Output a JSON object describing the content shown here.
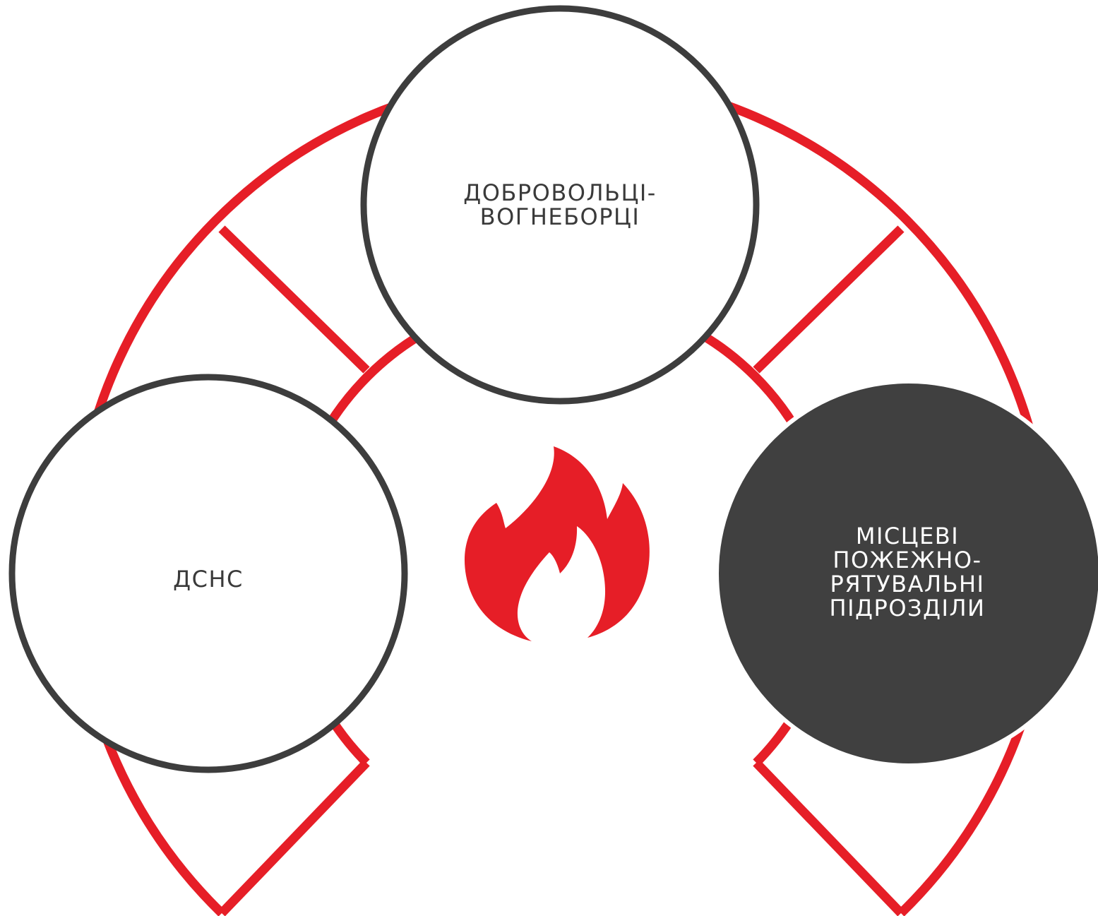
{
  "diagram": {
    "nodes": {
      "top": {
        "label": "ДОБРОВОЛЬЦІ-\nВОГНЕБОРЦІ"
      },
      "left": {
        "label": "ДСНС"
      },
      "right": {
        "label": "МІСЦЕВІ\nПОЖЕЖНО-\nРЯТУВАЛЬНІ\nПІДРОЗДІЛИ"
      }
    },
    "center_icon": "fire-icon",
    "colors": {
      "ring": "#e61e27",
      "flame": "#e61e27",
      "circle_border": "#3d3d3d",
      "circle_fill": "#ffffff",
      "circle_dark_fill": "#404040",
      "label_dark": "#3a3a3a",
      "label_light": "#ffffff"
    }
  }
}
